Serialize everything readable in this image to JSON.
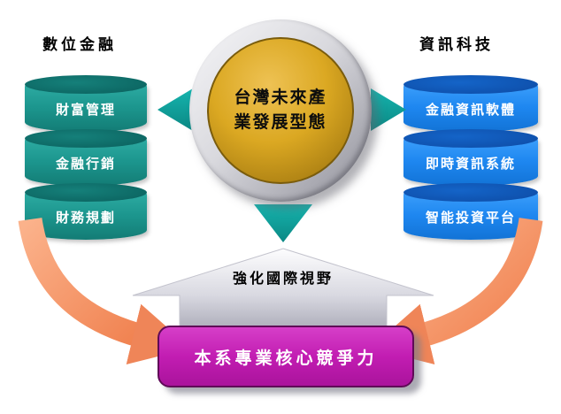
{
  "center_circle": {
    "line1": "台灣未來產",
    "line2": "業發展型態"
  },
  "left_group": {
    "title": "數位金融",
    "items": [
      "財富管理",
      "金融行銷",
      "財務規劃"
    ]
  },
  "right_group": {
    "title": "資訊科技",
    "items": [
      "金融資訊軟體",
      "即時資訊系統",
      "智能投資平台"
    ]
  },
  "arrow_banner": {
    "label": "強化國際視野"
  },
  "bottom_banner": {
    "label": "本系專業核心競爭力"
  },
  "colors": {
    "left_cylinder_teal": "#1C968E",
    "right_cylinder_blue": "#1E87F0",
    "sphere_gold": "#DBA822",
    "ring_silver": "#C9C9CF",
    "teal_arrow": "#0FA5A0",
    "orange_arrow": "#F08050",
    "banner_magenta": "#C21DB2"
  }
}
